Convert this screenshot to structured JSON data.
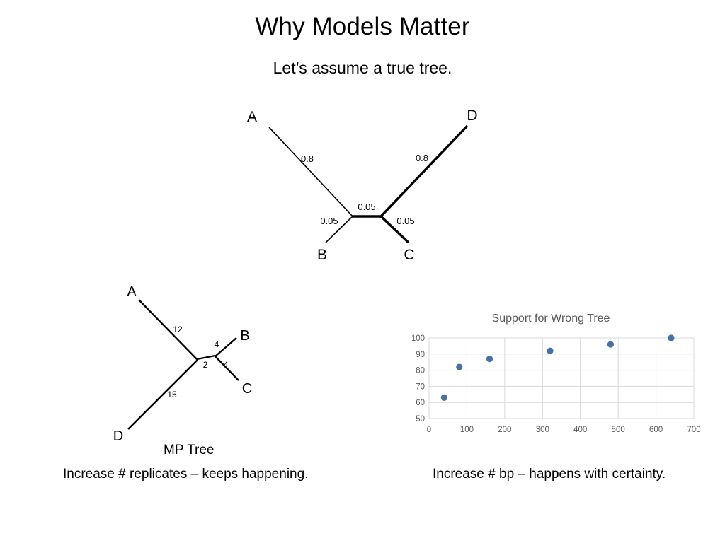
{
  "slide": {
    "title": "Why Models Matter",
    "subtitle": "Let’s assume a true tree."
  },
  "true_tree": {
    "name": "true-tree",
    "taxa": [
      {
        "id": "A",
        "label": "A"
      },
      {
        "id": "B",
        "label": "B"
      },
      {
        "id": "C",
        "label": "C"
      },
      {
        "id": "D",
        "label": "D"
      }
    ],
    "branch_lengths": {
      "A": "0.8",
      "B": "0.05",
      "C": "0.05",
      "D": "0.8",
      "internal": "0.05"
    }
  },
  "mp_tree": {
    "name": "mp-tree",
    "caption": "MP Tree",
    "taxa": [
      {
        "id": "A",
        "label": "A"
      },
      {
        "id": "B",
        "label": "B"
      },
      {
        "id": "C",
        "label": "C"
      },
      {
        "id": "D",
        "label": "D"
      }
    ],
    "branch_lengths": {
      "A": "12",
      "B": "4",
      "C": "4",
      "D": "15",
      "internal": "2"
    }
  },
  "captions": {
    "left": "Increase # replicates – keeps happening.",
    "right": "Increase # bp – happens with certainty."
  },
  "chart_data": {
    "type": "scatter",
    "title": "Support for Wrong Tree",
    "xlabel": "",
    "ylabel": "",
    "x": [
      40,
      80,
      160,
      320,
      480,
      640
    ],
    "values": [
      63,
      82,
      87,
      92,
      96,
      100
    ],
    "xlim": [
      0,
      700
    ],
    "ylim": [
      50,
      100
    ],
    "xticks": [
      0,
      100,
      200,
      300,
      400,
      500,
      600,
      700
    ],
    "yticks": [
      50,
      60,
      70,
      80,
      90,
      100
    ],
    "xtick_labels": [
      "0",
      "100",
      "200",
      "300",
      "400",
      "500",
      "600",
      "700"
    ],
    "ytick_labels": [
      "50",
      "60",
      "70",
      "80",
      "90",
      "100"
    ],
    "grid": true,
    "legend": false,
    "marker_color": "#4472a8",
    "grid_color": "#d9d9d9",
    "title_color": "#595959"
  }
}
